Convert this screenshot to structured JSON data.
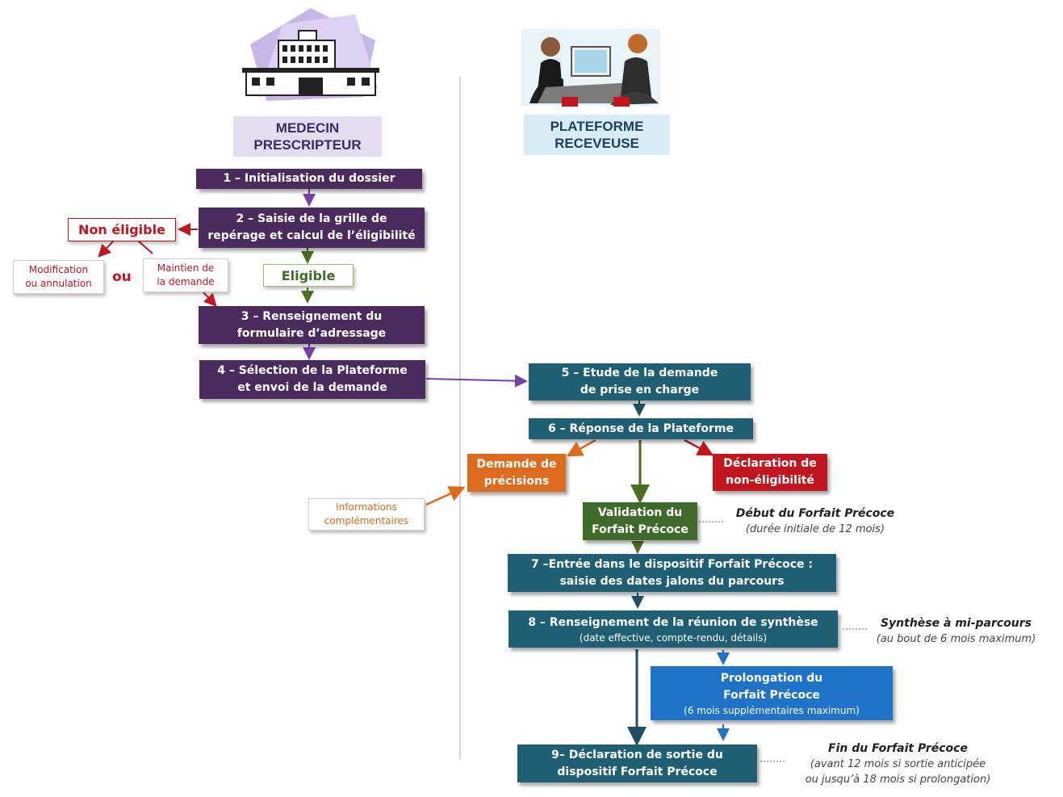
{
  "headers": {
    "left": [
      "MEDECIN",
      "PRESCRIPTEUR"
    ],
    "right": [
      "PLATEFORME",
      "RECEVEUSE"
    ]
  },
  "steps": {
    "s1": [
      "1 – Initialisation du dossier"
    ],
    "s2": [
      "2 – Saisie de la grille de",
      "repérage et calcul de l’éligibilité"
    ],
    "s3": [
      "3 – Renseignement du",
      "formulaire d’adressage"
    ],
    "s4": [
      "4 – Sélection de la Plateforme",
      "et envoi de la demande"
    ],
    "s5": [
      "5 – Etude de la demande",
      "de prise en charge"
    ],
    "s6": [
      "6 – Réponse de la Plateforme"
    ],
    "s7": [
      "7 –Entrée dans le dispositif Forfait Précoce :",
      "saisie des dates jalons du parcours"
    ],
    "s8": [
      "8 – Renseignement de la réunion de synthèse"
    ],
    "s8_detail": "(date effective, compte-rendu, détails)",
    "s9": [
      "9– Déclaration de sortie du",
      "dispositif Forfait Précoce"
    ]
  },
  "branches": {
    "non_eligible": "Non éligible",
    "eligible": "Eligible",
    "modification": [
      "Modification",
      "ou annulation"
    ],
    "ou": "ou",
    "maintien": [
      "Maintien de",
      "la demande"
    ],
    "demande_precisions": [
      "Demande de",
      "précisions"
    ],
    "declaration_non_eligibilite": [
      "Déclaration de",
      "non-éligibilité"
    ],
    "informations": [
      "Informations",
      "complémentaires"
    ],
    "validation": [
      "Validation du",
      "Forfait Précoce"
    ],
    "prolongation": [
      "Prolongation du",
      "Forfait Précoce"
    ],
    "prolongation_detail": "(6 mois supplémentaires maximum)"
  },
  "notes": {
    "debut": [
      "Début du Forfait Précoce",
      "(durée initiale de 12 mois)"
    ],
    "synthese": [
      "Synthèse à mi-parcours",
      "(au bout de 6 mois maximum)"
    ],
    "fin": [
      "Fin du Forfait Précoce",
      "(avant 12 mois si sortie anticipée",
      "ou jusqu’à 18 mois si prolongation)"
    ]
  },
  "colors": {
    "purple": "#4b2a5e",
    "teal": "#1f5f74",
    "blue": "#1e73c8",
    "orange": "#dd6a1d",
    "red": "#c2161e",
    "green": "#3e6b2a",
    "header_left_bg": "#e6dcf0",
    "header_right_bg": "#d9edf7"
  },
  "icons": {
    "left": "hospital-building-icon",
    "right": "meeting-people-icon"
  }
}
